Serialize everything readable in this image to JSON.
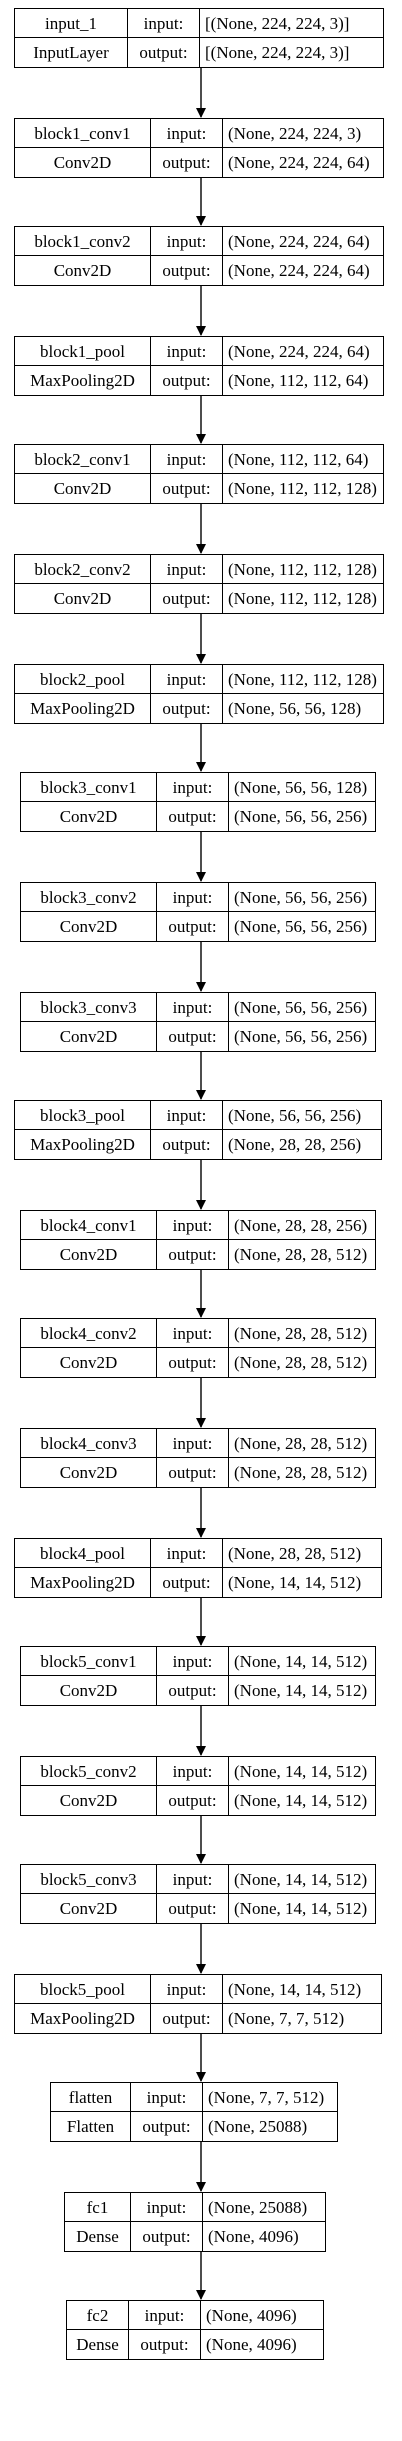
{
  "diagram": {
    "layers": [
      {
        "name": "input_1",
        "type": "InputLayer",
        "input_label": "input:",
        "output_label": "output:",
        "input_shape": "[(None, 224, 224, 3)]",
        "output_shape": "[(None, 224, 224, 3)]"
      },
      {
        "name": "block1_conv1",
        "type": "Conv2D",
        "input_label": "input:",
        "output_label": "output:",
        "input_shape": "(None, 224, 224, 3)",
        "output_shape": "(None, 224, 224, 64)"
      },
      {
        "name": "block1_conv2",
        "type": "Conv2D",
        "input_label": "input:",
        "output_label": "output:",
        "input_shape": "(None, 224, 224, 64)",
        "output_shape": "(None, 224, 224, 64)"
      },
      {
        "name": "block1_pool",
        "type": "MaxPooling2D",
        "input_label": "input:",
        "output_label": "output:",
        "input_shape": "(None, 224, 224, 64)",
        "output_shape": "(None, 112, 112, 64)"
      },
      {
        "name": "block2_conv1",
        "type": "Conv2D",
        "input_label": "input:",
        "output_label": "output:",
        "input_shape": "(None, 112, 112, 64)",
        "output_shape": "(None, 112, 112, 128)"
      },
      {
        "name": "block2_conv2",
        "type": "Conv2D",
        "input_label": "input:",
        "output_label": "output:",
        "input_shape": "(None, 112, 112, 128)",
        "output_shape": "(None, 112, 112, 128)"
      },
      {
        "name": "block2_pool",
        "type": "MaxPooling2D",
        "input_label": "input:",
        "output_label": "output:",
        "input_shape": "(None, 112, 112, 128)",
        "output_shape": "(None, 56, 56, 128)"
      },
      {
        "name": "block3_conv1",
        "type": "Conv2D",
        "input_label": "input:",
        "output_label": "output:",
        "input_shape": "(None, 56, 56, 128)",
        "output_shape": "(None, 56, 56, 256)"
      },
      {
        "name": "block3_conv2",
        "type": "Conv2D",
        "input_label": "input:",
        "output_label": "output:",
        "input_shape": "(None, 56, 56, 256)",
        "output_shape": "(None, 56, 56, 256)"
      },
      {
        "name": "block3_conv3",
        "type": "Conv2D",
        "input_label": "input:",
        "output_label": "output:",
        "input_shape": "(None, 56, 56, 256)",
        "output_shape": "(None, 56, 56, 256)"
      },
      {
        "name": "block3_pool",
        "type": "MaxPooling2D",
        "input_label": "input:",
        "output_label": "output:",
        "input_shape": "(None, 56, 56, 256)",
        "output_shape": "(None, 28, 28, 256)"
      },
      {
        "name": "block4_conv1",
        "type": "Conv2D",
        "input_label": "input:",
        "output_label": "output:",
        "input_shape": "(None, 28, 28, 256)",
        "output_shape": "(None, 28, 28, 512)"
      },
      {
        "name": "block4_conv2",
        "type": "Conv2D",
        "input_label": "input:",
        "output_label": "output:",
        "input_shape": "(None, 28, 28, 512)",
        "output_shape": "(None, 28, 28, 512)"
      },
      {
        "name": "block4_conv3",
        "type": "Conv2D",
        "input_label": "input:",
        "output_label": "output:",
        "input_shape": "(None, 28, 28, 512)",
        "output_shape": "(None, 28, 28, 512)"
      },
      {
        "name": "block4_pool",
        "type": "MaxPooling2D",
        "input_label": "input:",
        "output_label": "output:",
        "input_shape": "(None, 28, 28, 512)",
        "output_shape": "(None, 14, 14, 512)"
      },
      {
        "name": "block5_conv1",
        "type": "Conv2D",
        "input_label": "input:",
        "output_label": "output:",
        "input_shape": "(None, 14, 14, 512)",
        "output_shape": "(None, 14, 14, 512)"
      },
      {
        "name": "block5_conv2",
        "type": "Conv2D",
        "input_label": "input:",
        "output_label": "output:",
        "input_shape": "(None, 14, 14, 512)",
        "output_shape": "(None, 14, 14, 512)"
      },
      {
        "name": "block5_conv3",
        "type": "Conv2D",
        "input_label": "input:",
        "output_label": "output:",
        "input_shape": "(None, 14, 14, 512)",
        "output_shape": "(None, 14, 14, 512)"
      },
      {
        "name": "block5_pool",
        "type": "MaxPooling2D",
        "input_label": "input:",
        "output_label": "output:",
        "input_shape": "(None, 14, 14, 512)",
        "output_shape": "(None, 7, 7, 512)"
      },
      {
        "name": "flatten",
        "type": "Flatten",
        "input_label": "input:",
        "output_label": "output:",
        "input_shape": "(None, 7, 7, 512)",
        "output_shape": "(None, 25088)"
      },
      {
        "name": "fc1",
        "type": "Dense",
        "input_label": "input:",
        "output_label": "output:",
        "input_shape": "(None, 25088)",
        "output_shape": "(None, 4096)"
      },
      {
        "name": "fc2",
        "type": "Dense",
        "input_label": "input:",
        "output_label": "output:",
        "input_shape": "(None, 4096)",
        "output_shape": "(None, 4096)"
      }
    ]
  }
}
